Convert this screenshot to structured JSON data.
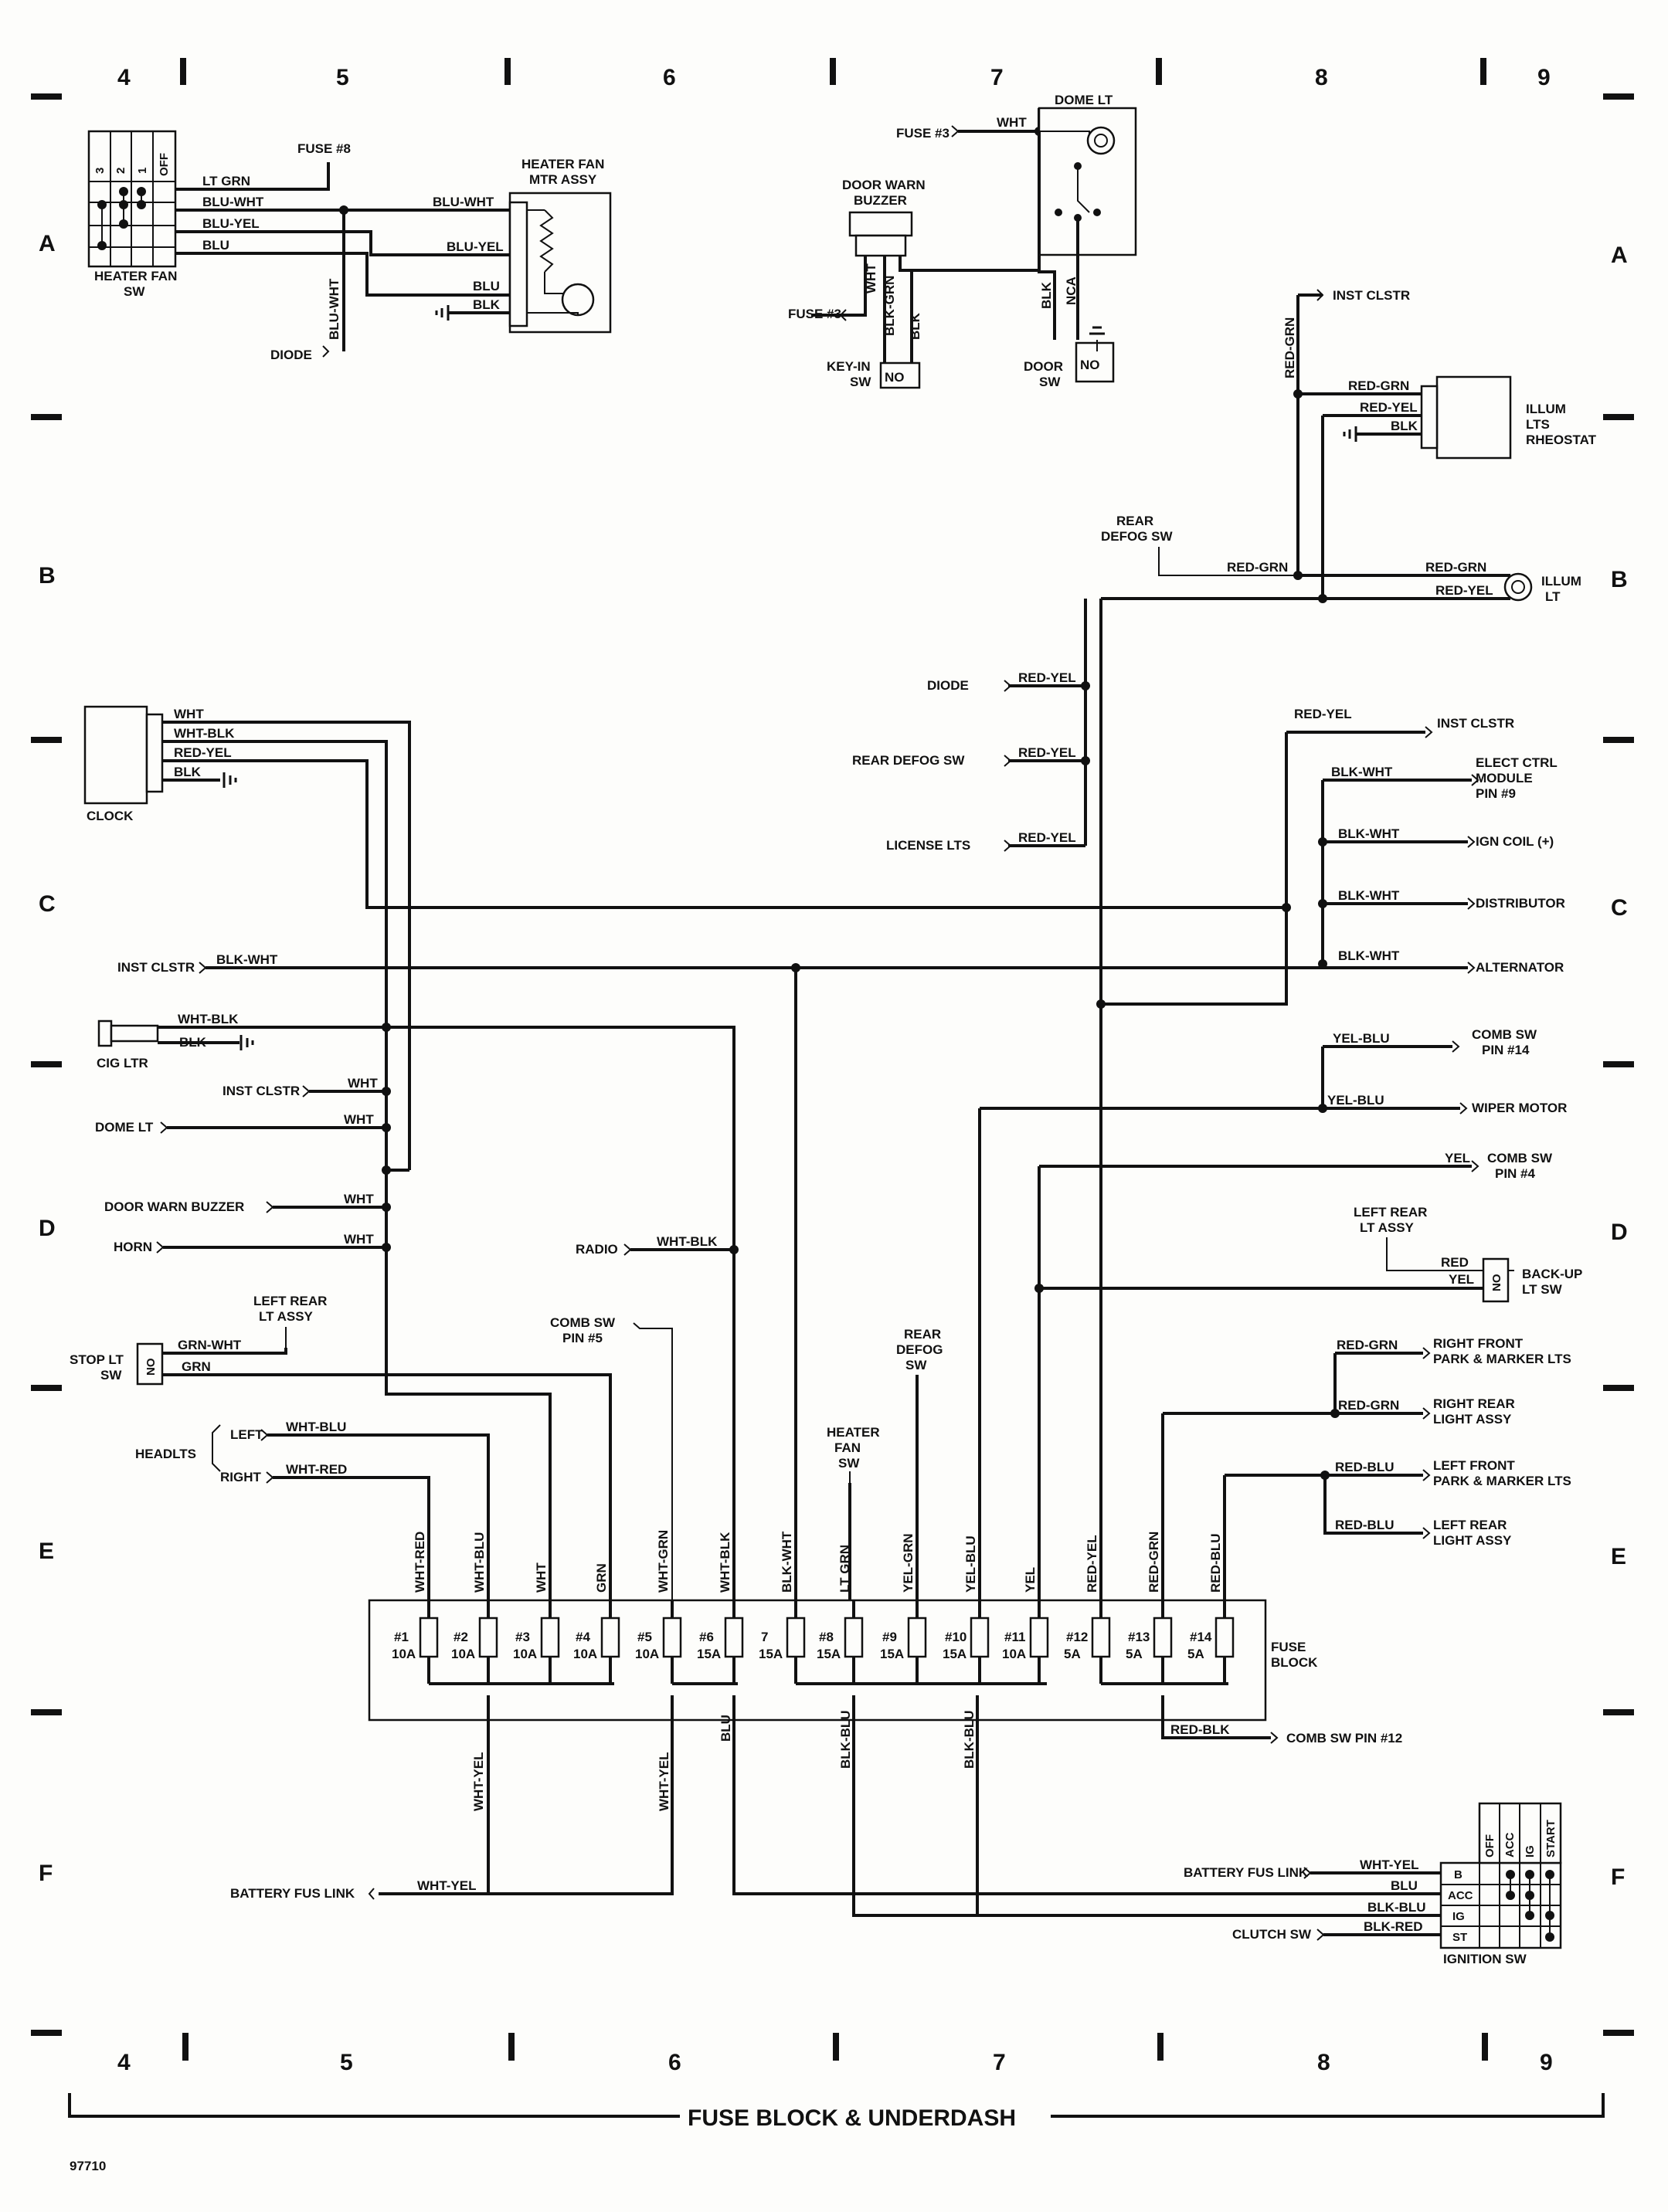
{
  "grid": {
    "numbers": [
      "4",
      "5",
      "6",
      "7",
      "8",
      "9"
    ],
    "letters": [
      "A",
      "B",
      "C",
      "D",
      "E",
      "F"
    ]
  },
  "footer": {
    "title": "FUSE BLOCK & UNDERDASH",
    "code": "97710"
  },
  "components": {
    "heater_fan_sw": "HEATER FAN SW",
    "heater_fan_sw_positions": [
      "3",
      "2",
      "1",
      "OFF"
    ],
    "heater_fan_mtr": "HEATER FAN MTR ASSY",
    "fuse8": "FUSE #8",
    "diode": "DIODE",
    "fuse3": "FUSE #3",
    "dome_lt": "DOME LT",
    "door_warn_buzzer": "DOOR WARN BUZZER",
    "key_in_sw": "KEY-IN SW",
    "door_sw": "DOOR SW",
    "no": "NO",
    "nca": "NCA",
    "inst_clstr": "INST CLSTR",
    "illum_rheostat": "ILLUM LTS RHEOSTAT",
    "rear_defog_sw": "REAR DEFOG SW",
    "illum_lt": "ILLUM LT",
    "clock": "CLOCK",
    "cig_ltr": "CIG LTR",
    "dome_lt_left": "DOME LT",
    "door_warn_buzzer_left": "DOOR WARN BUZZER",
    "horn": "HORN",
    "radio": "RADIO",
    "comb_sw_pin5": "COMB SW PIN #5",
    "left_rear_lt_assy": "LEFT REAR LT ASSY",
    "stop_lt_sw": "STOP LT SW",
    "headlts": "HEADLTS",
    "left": "LEFT",
    "right": "RIGHT",
    "heater_fan_sw_mid": "HEATER FAN SW",
    "rear_defog_sw_mid": "REAR DEFOG SW",
    "diode_mid": "DIODE",
    "rear_defog_sw_left": "REAR DEFOG SW",
    "license_lts": "LICENSE LTS",
    "elect_ctrl": "ELECT CTRL MODULE PIN #9",
    "ign_coil": "IGN COIL (+)",
    "distributor": "DISTRIBUTOR",
    "alternator": "ALTERNATOR",
    "comb_sw_pin14": "COMB SW PIN #14",
    "wiper_motor": "WIPER MOTOR",
    "comb_sw_pin4": "COMB SW PIN #4",
    "left_rear_lt_assy_right": "LEFT REAR LT ASSY",
    "back_up_lt_sw": "BACK-UP LT SW",
    "right_front_park": "RIGHT FRONT PARK & MARKER LTS",
    "right_rear_light": "RIGHT REAR LIGHT ASSY",
    "left_front_park": "LEFT FRONT PARK & MARKER LTS",
    "left_rear_light": "LEFT REAR LIGHT ASSY",
    "fuse_block": "FUSE BLOCK",
    "comb_sw_pin12": "COMB SW PIN #12",
    "battery_fus_link": "BATTERY FUS LINK",
    "battery_fus_link_right": "BATTERY FUS LINK",
    "clutch_sw": "CLUTCH SW",
    "ignition_sw": "IGNITION SW",
    "ign_cols": [
      "OFF",
      "ACC",
      "IG",
      "START"
    ],
    "ign_rows": [
      "B",
      "ACC",
      "IG",
      "ST"
    ]
  },
  "fuses": [
    {
      "num": "#1",
      "amp": "10A",
      "top": "WHT-RED"
    },
    {
      "num": "#2",
      "amp": "10A",
      "top": "WHT-BLU"
    },
    {
      "num": "#3",
      "amp": "10A",
      "top": "WHT"
    },
    {
      "num": "#4",
      "amp": "10A",
      "top": "GRN"
    },
    {
      "num": "#5",
      "amp": "10A",
      "top": "WHT-GRN"
    },
    {
      "num": "#6",
      "amp": "15A",
      "top": "WHT-BLK"
    },
    {
      "num": "7",
      "amp": "15A",
      "top": "BLK-WHT"
    },
    {
      "num": "#8",
      "amp": "15A",
      "top": "LT GRN"
    },
    {
      "num": "#9",
      "amp": "15A",
      "top": "YEL-GRN"
    },
    {
      "num": "#10",
      "amp": "15A",
      "top": "YEL-BLU"
    },
    {
      "num": "#11",
      "amp": "10A",
      "top": "YEL"
    },
    {
      "num": "#12",
      "amp": "5A",
      "top": "RED-YEL"
    },
    {
      "num": "#13",
      "amp": "5A",
      "top": "RED-GRN"
    },
    {
      "num": "#14",
      "amp": "5A",
      "top": "RED-BLU"
    }
  ],
  "bottom_wires": [
    "WHT-YEL",
    "WHT-YEL",
    "BLU",
    "BLK-BLU",
    "BLK-BLU",
    "RED-BLK"
  ],
  "wires": {
    "lt_grn": "LT GRN",
    "blu_wht": "BLU-WHT",
    "blu_yel": "BLU-YEL",
    "blu": "BLU",
    "blk": "BLK",
    "wht": "WHT",
    "blk_grn": "BLK-GRN",
    "red_grn": "RED-GRN",
    "red_yel": "RED-YEL",
    "wht_blk": "WHT-BLK",
    "blk_wht": "BLK-WHT",
    "grn_wht": "GRN-WHT",
    "grn": "GRN",
    "wht_blu": "WHT-BLU",
    "wht_red": "WHT-RED",
    "yel_blu": "YEL-BLU",
    "yel": "YEL",
    "red": "RED",
    "red_blu": "RED-BLU",
    "wht_yel": "WHT-YEL",
    "blk_blu": "BLK-BLU",
    "blk_red": "BLK-RED"
  }
}
